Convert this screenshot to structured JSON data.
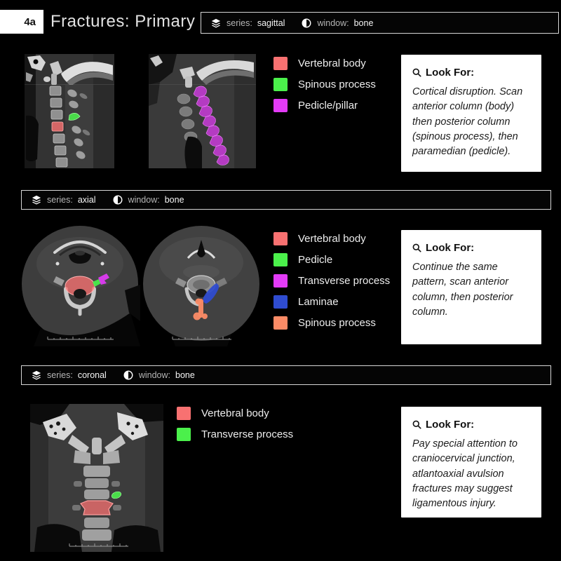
{
  "header": {
    "badge": "4a",
    "title": "Fractures: Primary",
    "series_label": "series:",
    "series_value": "sagittal",
    "window_label": "window:",
    "window_value": "bone"
  },
  "sagittal": {
    "legend": [
      {
        "label": "Vertebral body",
        "color": "#F87171"
      },
      {
        "label": "Spinous process",
        "color": "#4BF04B"
      },
      {
        "label": "Pedicle/pillar",
        "color": "#E33BF7"
      }
    ],
    "look_for": {
      "title": "Look For:",
      "body": "Cortical disruption. Scan anterior column (body) then posterior column (spinous process), then paramedian (pedicle)."
    }
  },
  "axial": {
    "bar": {
      "series_label": "series:",
      "series_value": "axial",
      "window_label": "window:",
      "window_value": "bone"
    },
    "legend": [
      {
        "label": "Vertebral body",
        "color": "#F87171"
      },
      {
        "label": "Pedicle",
        "color": "#4BF04B"
      },
      {
        "label": "Transverse process",
        "color": "#E33BF7"
      },
      {
        "label": "Laminae",
        "color": "#2F4CD0"
      },
      {
        "label": "Spinous process",
        "color": "#FB8B66"
      }
    ],
    "look_for": {
      "title": "Look For:",
      "body": "Continue the same pattern, scan anterior column, then posterior column."
    }
  },
  "coronal": {
    "bar": {
      "series_label": "series:",
      "series_value": "coronal",
      "window_label": "window:",
      "window_value": "bone"
    },
    "legend": [
      {
        "label": "Vertebral body",
        "color": "#F87171"
      },
      {
        "label": "Transverse process",
        "color": "#4BF04B"
      }
    ],
    "look_for": {
      "title": "Look For:",
      "body": "Pay special attention to craniocervical junction, atlantoaxial avulsion fractures may suggest ligamentous injury."
    }
  }
}
